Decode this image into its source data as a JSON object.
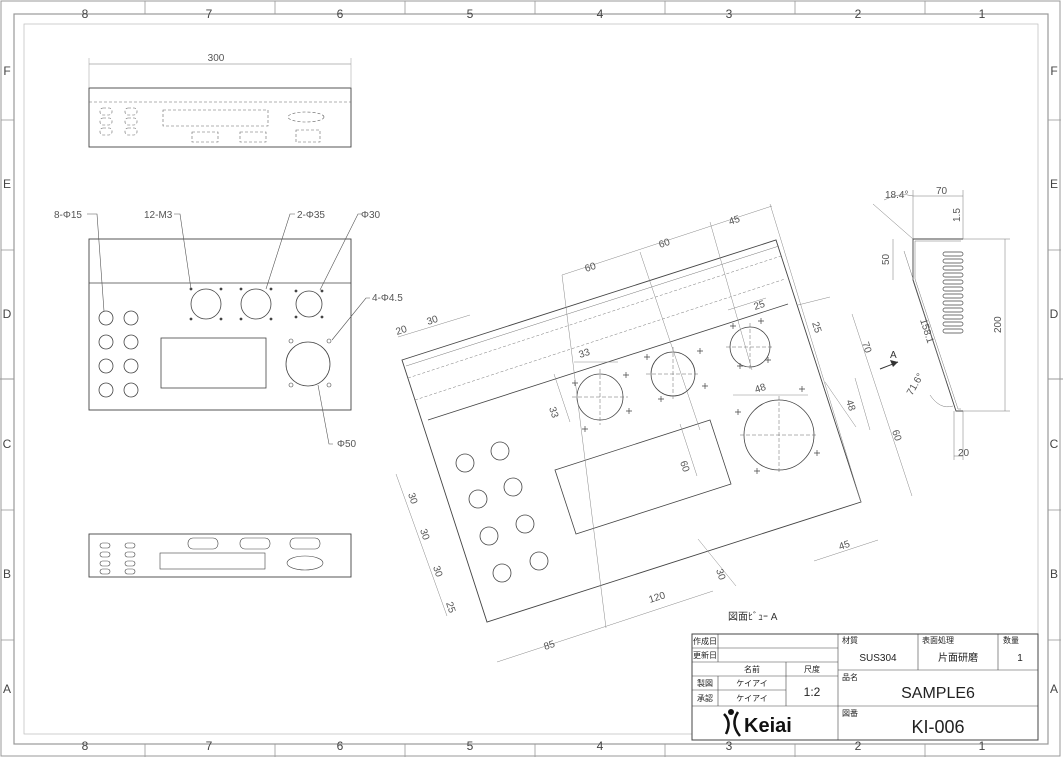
{
  "zones": {
    "columns": [
      "8",
      "7",
      "6",
      "5",
      "4",
      "3",
      "2",
      "1"
    ],
    "rows": [
      "F",
      "E",
      "D",
      "C",
      "B",
      "A"
    ]
  },
  "top_view": {
    "width_dim": "300"
  },
  "front_view": {
    "callout_holes_small": "8-Φ15",
    "callout_threads": "12-M3",
    "callout_holes_large": "2-Φ35",
    "callout_hole_30": "Φ30",
    "callout_holes_mount": "4-Φ4.5",
    "callout_hole_50": "Φ50"
  },
  "section_view": {
    "angle_top": "18.4°",
    "dim_top_width": "70",
    "dim_lip": "1.5",
    "dim_flange": "50",
    "dim_slope": "158.1",
    "dim_height": "200",
    "angle_bottom": "71.6°",
    "dim_bottom": "20",
    "view_arrow": "A"
  },
  "aux_view": {
    "label": "図面ﾋﾞｭｰ A",
    "dims": [
      "20",
      "30",
      "60",
      "60",
      "45",
      "25",
      "25",
      "70",
      "33",
      "33",
      "48",
      "48",
      "60",
      "60",
      "30",
      "30",
      "30",
      "25",
      "120",
      "30",
      "85",
      "45"
    ]
  },
  "title_block": {
    "created_label": "作成日",
    "updated_label": "更新日",
    "name_header": "名前",
    "scale_header": "尺度",
    "drawn_label": "製図",
    "drawn_name": "ケイアイ",
    "approved_label": "承認",
    "approved_name": "ケイアイ",
    "scale_value": "1:2",
    "material_label": "材質",
    "material_value": "SUS304",
    "surface_label": "表面処理",
    "surface_value": "片面研磨",
    "qty_label": "数量",
    "qty_value": "1",
    "part_name_label": "品名",
    "part_name_value": "SAMPLE6",
    "drawing_no_label": "図番",
    "drawing_no_value": "KI-006",
    "logo_text": "Keiai"
  }
}
